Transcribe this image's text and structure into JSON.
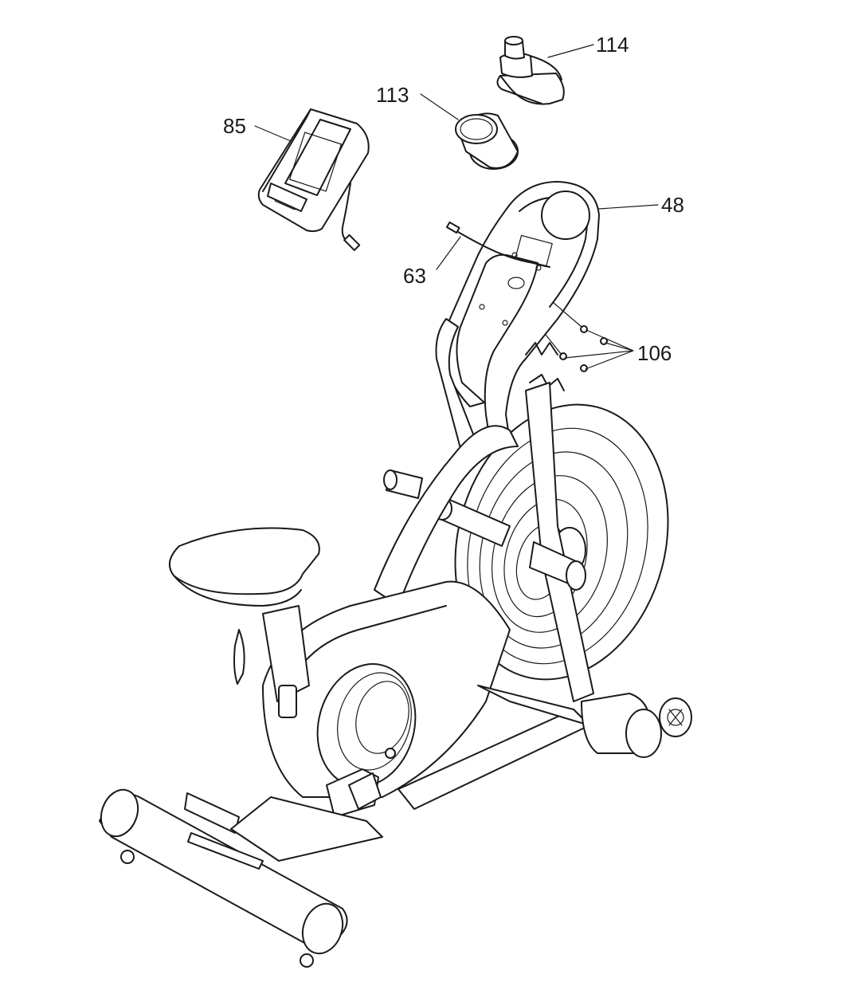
{
  "callouts": [
    {
      "id": "c114",
      "text": "114"
    },
    {
      "id": "c113",
      "text": "113"
    },
    {
      "id": "c85",
      "text": "85"
    },
    {
      "id": "c48",
      "text": "48"
    },
    {
      "id": "c63",
      "text": "63"
    },
    {
      "id": "c106",
      "text": "106"
    }
  ]
}
